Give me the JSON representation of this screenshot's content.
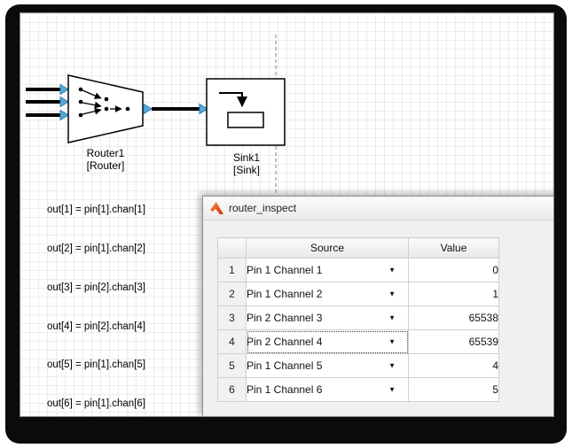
{
  "diagram": {
    "router_block": {
      "name": "Router1",
      "type_label": "[Router]"
    },
    "sink_block": {
      "name": "Sink1",
      "type_label": "[Sink]"
    },
    "annotations": [
      "out[1] = pin[1].chan[1]",
      "out[2] = pin[1].chan[2]",
      "out[3] = pin[2].chan[3]",
      "out[4] = pin[2].chan[4]",
      "out[5] = pin[1].chan[5]",
      "out[6] = pin[1].chan[6]"
    ]
  },
  "window": {
    "title": "router_inspect",
    "table": {
      "dropdown_glyph": "▼",
      "headers": {
        "source": "Source",
        "value": "Value"
      },
      "rows": [
        {
          "num": "1",
          "source": "Pin 1 Channel 1",
          "value": "0"
        },
        {
          "num": "2",
          "source": "Pin 1 Channel 2",
          "value": "1"
        },
        {
          "num": "3",
          "source": "Pin 2 Channel 3",
          "value": "65538"
        },
        {
          "num": "4",
          "source": "Pin 2 Channel 4",
          "value": "65539",
          "selected": "true"
        },
        {
          "num": "5",
          "source": "Pin 1 Channel 5",
          "value": "4"
        },
        {
          "num": "6",
          "source": "Pin 1 Channel 6",
          "value": "5"
        }
      ]
    }
  },
  "colors": {
    "port_arrow_blue": "#55a9d6",
    "port_arrow_border": "#2e7db3",
    "guide_line": "#7a7ab8",
    "matlab_orange": "#e8531f"
  }
}
